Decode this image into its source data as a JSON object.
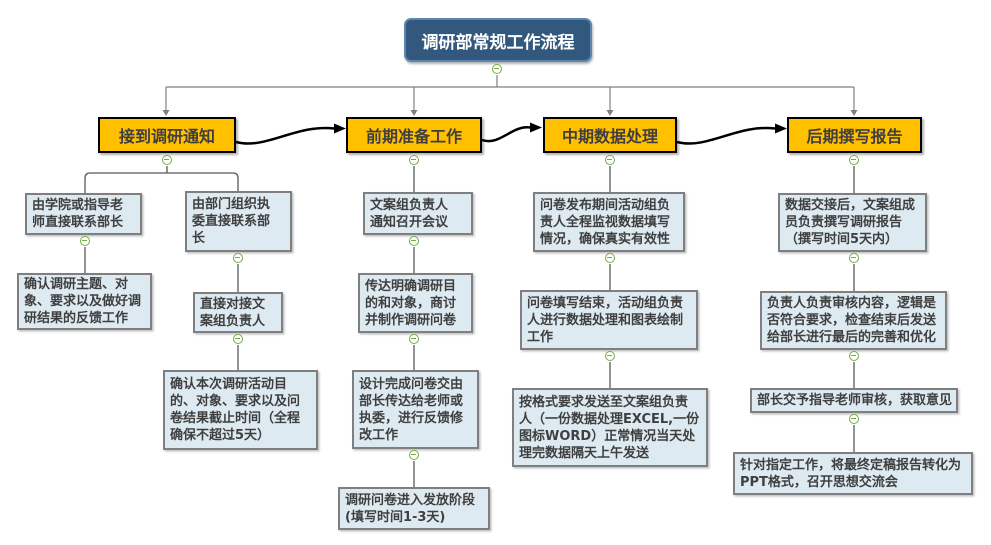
{
  "root": {
    "label": "调研部常规工作流程"
  },
  "branches": [
    {
      "label": "接到调研通知",
      "columns": [
        {
          "steps": [
            "由学院或指导老\n师直接联系部长",
            "确认调研主题、对\n象、要求以及做好调\n研结果的反馈工作"
          ]
        },
        {
          "steps": [
            "由部门组织执\n委直接联系部\n长",
            "直接对接文\n案组负责人",
            "确认本次调研活动目\n的、对象、要求以及问\n卷结果截止时间（全程\n确保不超过5天）"
          ]
        }
      ]
    },
    {
      "label": "前期准备工作",
      "columns": [
        {
          "steps": [
            "文案组负责人\n通知召开会议",
            "传达明确调研目\n的和对象，商讨\n并制作调研问卷",
            "设计完成问卷交由\n部长传达给老师或\n执委，进行反馈修\n改工作",
            "调研问卷进入发放阶段\n(填写时间1-3天)"
          ]
        }
      ]
    },
    {
      "label": "中期数据处理",
      "columns": [
        {
          "steps": [
            "问卷发布期间活动组负\n责人全程监视数据填写\n情况，确保真实有效性",
            "问卷填写结束，活动组负责\n人进行数据处理和图表绘制\n工作",
            "按格式要求发送至文案组负责\n人（一份数据处理EXCEL,一份\n图标WORD）正常情况当天处\n理完数据隔天上午发送"
          ]
        }
      ]
    },
    {
      "label": "后期撰写报告",
      "columns": [
        {
          "steps": [
            "数据交接后，文案组成\n员负责撰写调研报告\n（撰写时间5天内）",
            "负责人负责审核内容，逻辑是\n否符合要求，检查结束后发送\n给部长进行最后的完善和优化",
            "部长交予指导老师审核，获取意见",
            "针对指定工作，将最终定稿报告转化为\nPPT格式，召开思想交流会"
          ]
        }
      ]
    }
  ],
  "colors": {
    "root_fill": "#33587D",
    "root_border": "#5B87B0",
    "branch_fill": "#FFC000",
    "branch_border": "#000000",
    "node_fill": "#DEEAF1",
    "node_border": "#7F7F7F",
    "text": "#3F3F3F",
    "tree_line": "#595959",
    "bus_line": "#808080",
    "collapse_green": "#72AE44",
    "flow_arrow": "#000000"
  }
}
